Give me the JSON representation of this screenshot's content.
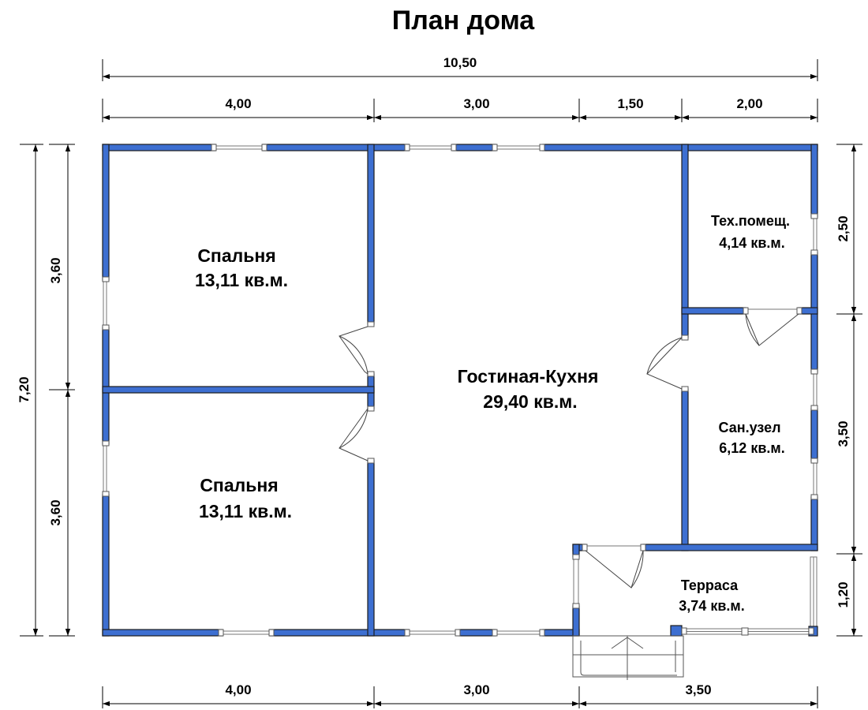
{
  "title": "План дома",
  "dimensions": {
    "overall_width": "10,50",
    "top": [
      "4,00",
      "3,00",
      "1,50",
      "2,00"
    ],
    "bottom": [
      "4,00",
      "3,00",
      "3,50"
    ],
    "left_total": "7,20",
    "left": [
      "3,60",
      "3,60"
    ],
    "right": [
      "2,50",
      "3,50",
      "1,20"
    ]
  },
  "rooms": {
    "bedroom_top": {
      "name": "Спальня",
      "area": "13,11 кв.м."
    },
    "bedroom_bottom": {
      "name": "Спальня",
      "area": "13,11 кв.м."
    },
    "living_kitchen": {
      "name": "Гостиная-Кухня",
      "area": "29,40 кв.м."
    },
    "tech_room": {
      "name": "Тех.помещ.",
      "area": "4,14 кв.м."
    },
    "bathroom": {
      "name": "Сан.узел",
      "area": "6,12 кв.м."
    },
    "terrace": {
      "name": "Терраса",
      "area": "3,74 кв.м."
    }
  },
  "colors": {
    "wall": "#3d6fd1",
    "outline": "#1d1d1d"
  }
}
